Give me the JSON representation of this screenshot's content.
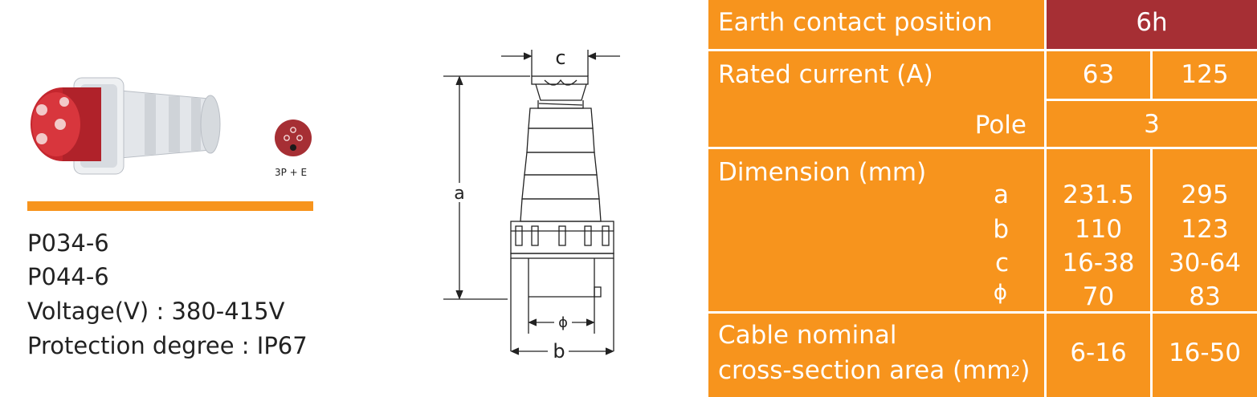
{
  "left": {
    "badge_label": "3P + E",
    "model_1": "P034-6",
    "model_2": "P044-6",
    "voltage": "Voltage(V) : 380-415V",
    "protection": "Protection degree : IP67"
  },
  "drawing": {
    "label_a": "a",
    "label_b": "b",
    "label_c": "c",
    "label_phi": "ϕ"
  },
  "table": {
    "earth_label": "Earth contact position",
    "earth_value": "6h",
    "rated_label": "Rated current (A)",
    "rated_values": [
      "63",
      "125"
    ],
    "pole_label": "Pole",
    "pole_value": "3",
    "dimension_label": "Dimension (mm)",
    "dimension_rows": [
      {
        "key": "a",
        "values": [
          "231.5",
          "295"
        ]
      },
      {
        "key": "b",
        "values": [
          "110",
          "123"
        ]
      },
      {
        "key": "c",
        "values": [
          "16-38",
          "30-64"
        ]
      },
      {
        "key": "ϕ",
        "values": [
          "70",
          "83"
        ]
      }
    ],
    "cable_label_1": "Cable nominal",
    "cable_label_2": "cross-section area (mm",
    "cable_label_sup": "2",
    "cable_label_end": ")",
    "cable_values": [
      "6-16",
      "16-50"
    ]
  },
  "colors": {
    "orange": "#f7941d",
    "red": "#a62f34",
    "plug_red": "#c4262e"
  }
}
